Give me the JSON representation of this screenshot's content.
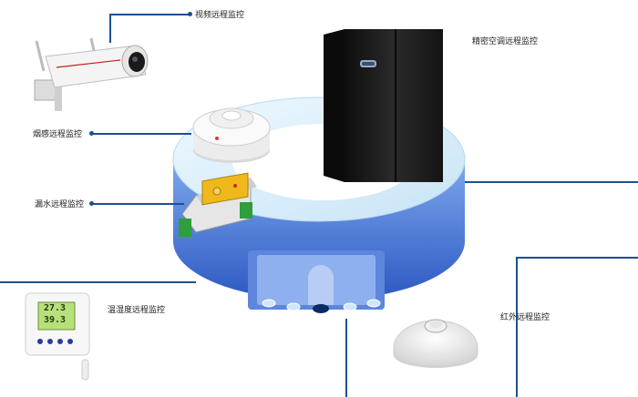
{
  "labels": {
    "video": "视频远程监控",
    "ac": "精密空调远程监控",
    "smoke": "烟感远程监控",
    "water": "漏水远程监控",
    "temp_humidity": "温湿度远程监控",
    "infrared": "红外远程监控"
  },
  "sensor_display": {
    "temperature": "27.3",
    "humidity": "39.3"
  },
  "colors": {
    "connector_line": "#1f4f8f",
    "ring_top": "#d8eef9",
    "ring_side": "#3c6fd0",
    "cabinet": "#1c1c1c"
  }
}
